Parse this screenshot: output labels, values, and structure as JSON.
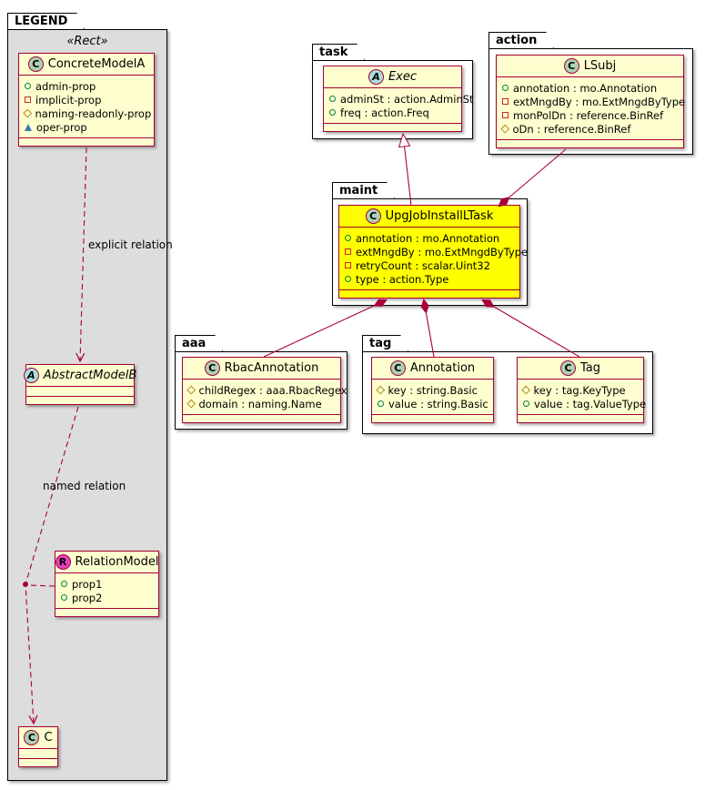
{
  "packages": {
    "legend": {
      "tab": "LEGEND",
      "stereotype": "«Rect»"
    },
    "task": {
      "tab": "task"
    },
    "action": {
      "tab": "action"
    },
    "maint": {
      "tab": "maint"
    },
    "aaa": {
      "tab": "aaa"
    },
    "tag": {
      "tab": "tag"
    }
  },
  "labels": {
    "explicit_relation": "explicit relation",
    "named_relation": "named relation"
  },
  "classes": {
    "concrete_model_a": {
      "kind": "class",
      "badge": "C",
      "name": "ConcreteModelA",
      "props": [
        {
          "vis": "public",
          "text": "admin-prop"
        },
        {
          "vis": "private",
          "text": "implicit-prop"
        },
        {
          "vis": "protected",
          "text": "naming-readonly-prop"
        },
        {
          "vis": "package",
          "text": "oper-prop"
        }
      ]
    },
    "abstract_model_b": {
      "kind": "abstract",
      "badge": "A",
      "name": "AbstractModelB",
      "props": []
    },
    "relation_model": {
      "kind": "relation",
      "badge": "R",
      "name": "RelationModel",
      "props": [
        {
          "vis": "public",
          "text": "prop1"
        },
        {
          "vis": "public",
          "text": "prop2"
        }
      ]
    },
    "c": {
      "kind": "class",
      "badge": "C",
      "name": "C",
      "props": []
    },
    "exec": {
      "kind": "abstract",
      "badge": "A",
      "name": "Exec",
      "props": [
        {
          "vis": "public",
          "text": "adminSt : action.AdminSt"
        },
        {
          "vis": "public",
          "text": "freq : action.Freq"
        }
      ]
    },
    "lsubj": {
      "kind": "class",
      "badge": "C",
      "name": "LSubj",
      "props": [
        {
          "vis": "public",
          "text": "annotation : mo.Annotation"
        },
        {
          "vis": "private",
          "text": "extMngdBy : mo.ExtMngdByType"
        },
        {
          "vis": "private",
          "text": "monPolDn : reference.BinRef"
        },
        {
          "vis": "protected",
          "text": "oDn : reference.BinRef"
        }
      ]
    },
    "upg_job_install_l_task": {
      "kind": "class",
      "badge": "C",
      "name": "UpgJobInstallLTask",
      "highlighted": true,
      "props": [
        {
          "vis": "public",
          "text": "annotation : mo.Annotation"
        },
        {
          "vis": "private",
          "text": "extMngdBy : mo.ExtMngdByType"
        },
        {
          "vis": "private",
          "text": "retryCount : scalar.Uint32"
        },
        {
          "vis": "public",
          "text": "type : action.Type"
        }
      ]
    },
    "rbac_annotation": {
      "kind": "class",
      "badge": "C",
      "name": "RbacAnnotation",
      "props": [
        {
          "vis": "protected",
          "text": "childRegex : aaa.RbacRegex"
        },
        {
          "vis": "protected",
          "text": "domain : naming.Name"
        }
      ]
    },
    "annotation": {
      "kind": "class",
      "badge": "C",
      "name": "Annotation",
      "props": [
        {
          "vis": "protected",
          "text": "key : string.Basic"
        },
        {
          "vis": "public",
          "text": "value : string.Basic"
        }
      ]
    },
    "tag_class": {
      "kind": "class",
      "badge": "C",
      "name": "Tag",
      "props": [
        {
          "vis": "protected",
          "text": "key : tag.KeyType"
        },
        {
          "vis": "public",
          "text": "value : tag.ValueType"
        }
      ]
    }
  },
  "relations": [
    {
      "from": "UpgJobInstallLTask",
      "to": "Exec",
      "type": "generalization"
    },
    {
      "from": "UpgJobInstallLTask",
      "to": "LSubj",
      "type": "composition"
    },
    {
      "from": "UpgJobInstallLTask",
      "to": "RbacAnnotation",
      "type": "composition"
    },
    {
      "from": "UpgJobInstallLTask",
      "to": "Annotation",
      "type": "composition"
    },
    {
      "from": "UpgJobInstallLTask",
      "to": "Tag",
      "type": "composition"
    },
    {
      "from": "ConcreteModelA",
      "to": "AbstractModelB",
      "type": "dashed-dependency",
      "label": "explicit relation"
    },
    {
      "from": "AbstractModelB",
      "to": "C",
      "type": "dashed-dependency",
      "label": "named relation",
      "via": "RelationModel"
    }
  ],
  "colors": {
    "class_bg": "#FEFECE",
    "class_border": "#A80036",
    "highlight_bg": "#FFFF00",
    "legend_bg": "#DDDDDD",
    "badge_class": "#ADD1B2",
    "badge_abstract": "#A9DCDF",
    "badge_relation": "#EA3FBD",
    "vis_public": "#038048",
    "vis_private": "#C82930",
    "vis_protected": "#B38D22",
    "vis_package": "#4177AF"
  }
}
